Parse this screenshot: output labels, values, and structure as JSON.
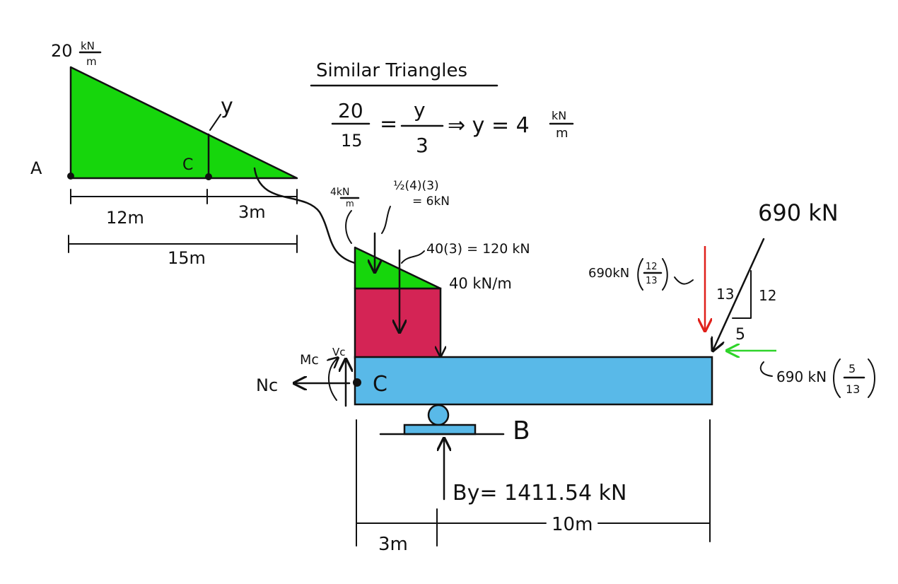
{
  "left_diagram": {
    "load_peak": "20",
    "load_peak_unit_num": "kN",
    "load_peak_unit_den": "m",
    "point_a": "A",
    "point_c": "C",
    "cut_height": "y",
    "dim_12": "12m",
    "dim_3": "3m",
    "dim_15": "15m",
    "colors": {
      "load_fill": "#16d60c"
    }
  },
  "similar_triangles": {
    "heading": "Similar Triangles",
    "lhs_num": "20",
    "lhs_den": "15",
    "equals": "=",
    "rhs_num": "y",
    "rhs_den": "3",
    "implies": "⇒ y = 4",
    "result_unit_num": "kN",
    "result_unit_den": "m"
  },
  "segment": {
    "tri_height_num": "4kN",
    "tri_height_den": "m",
    "tri_resultant_line1": "½(4)(3)",
    "tri_resultant_line2": "= 6kN",
    "rect_resultant": "40(3) = 120 kN",
    "rect_intensity": "40 kN/m",
    "moment_label": "Mc",
    "shear_label": "Vc",
    "normal_label": "Nc",
    "cut_point": "C",
    "support_label": "B",
    "reaction_label": "By= 1411.54 kN",
    "dim_3": "3m",
    "dim_10": "10m",
    "colors": {
      "triangle_fill": "#16d60c",
      "rect_fill": "#d42455",
      "beam_fill": "#59b9e8",
      "vertical_component": "#e0201a",
      "horizontal_component": "#2fd42a"
    }
  },
  "applied_force": {
    "magnitude": "690 kN",
    "slope_hyp": "13",
    "slope_rise": "12",
    "slope_run": "5",
    "vertical_component_prefix": "690kN",
    "vertical_component_num": "12",
    "vertical_component_den": "13",
    "horizontal_component_prefix": "690 kN",
    "horizontal_component_num": "5",
    "horizontal_component_den": "13"
  }
}
